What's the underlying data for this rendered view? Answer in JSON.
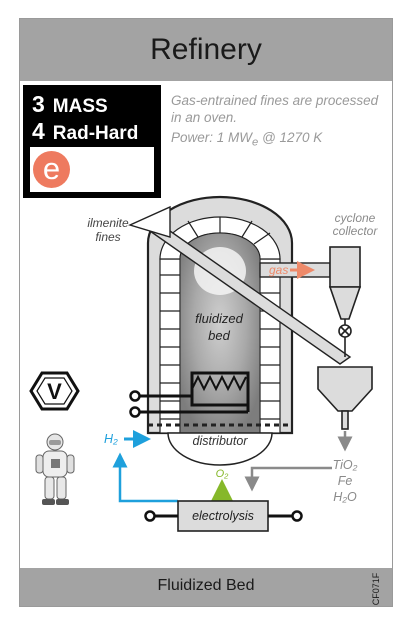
{
  "card": {
    "title": "Refinery",
    "stats": [
      {
        "number": "3",
        "label": "MASS"
      },
      {
        "number": "4",
        "label": "Rad-Hard"
      }
    ],
    "energy_icon": {
      "letter": "e",
      "color": "#ee7a5f"
    },
    "description": "Gas-entrained fines are processed in an oven.",
    "power": {
      "prefix": "Power: 1 MW",
      "subscript": "e",
      "suffix": " @ 1270 K"
    },
    "footer_title": "Fluidized Bed",
    "card_code": "CF071F",
    "badge_letter": "V"
  },
  "diagram": {
    "labels": {
      "ilmenite": "ilmenite",
      "fines": "fines",
      "cyclone": "cyclone",
      "collector": "collector",
      "gas": "gas",
      "fluidized": "fluidized",
      "bed": "bed",
      "distributor": "distributor",
      "h2": "H₂",
      "o2": "O₂",
      "electrolysis": "electrolysis",
      "tio2": "TiO₂",
      "fe": "Fe",
      "h2o": "H₂O"
    },
    "colors": {
      "gas": "#ee8a6a",
      "hydrogen": "#1ea0dc",
      "oxygen": "#86b82a",
      "product": "#8a8a8a",
      "header": "#a3a3a3"
    }
  }
}
